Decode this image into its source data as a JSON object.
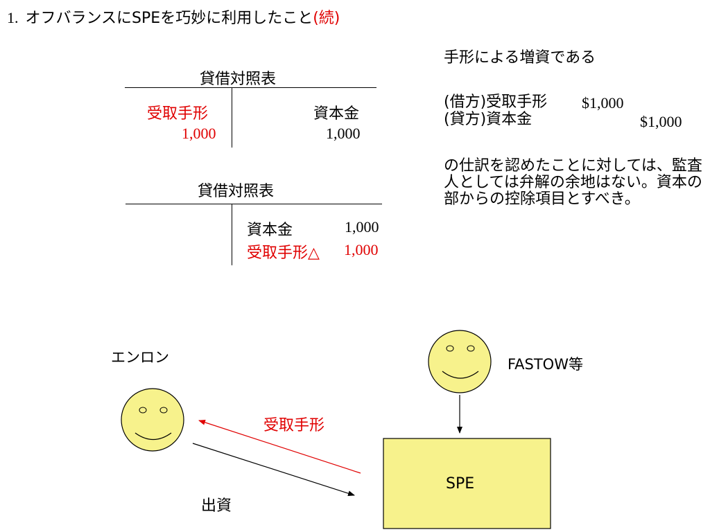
{
  "title": {
    "number": "1.",
    "main": "オフバランスにSPEを巧妙に利用したこと",
    "suffix": "(続)"
  },
  "balance_sheet_1": {
    "title": "貸借対照表",
    "debit_label": "受取手形",
    "debit_value": "1,000",
    "credit_label": "資本金",
    "credit_value": "1,000"
  },
  "balance_sheet_2": {
    "title": "貸借対照表",
    "row1_label": "資本金",
    "row1_value": "1,000",
    "row2_label": "受取手形△",
    "row2_value": "1,000"
  },
  "explanation": {
    "heading": "手形による増資である",
    "journal_1_label": "(借方)受取手形",
    "journal_1_amount": "$1,000",
    "journal_2_label": "(貸方)資本金",
    "journal_2_amount": "$1,000",
    "note": "の仕訳を認めたことに対しては、監査人としては弁解の余地はない。資本の部からの控除項目とすべき。"
  },
  "diagram": {
    "enron_label": "エンロン",
    "fastow_label": "FASTOW等",
    "spe_label": "SPE",
    "note_arrow_label": "受取手形",
    "investment_arrow_label": "出資",
    "colors": {
      "face": "#f7f28c",
      "spe_box": "#f7f28c",
      "note_arrow": "#e00000",
      "investment_arrow": "#000000"
    }
  }
}
